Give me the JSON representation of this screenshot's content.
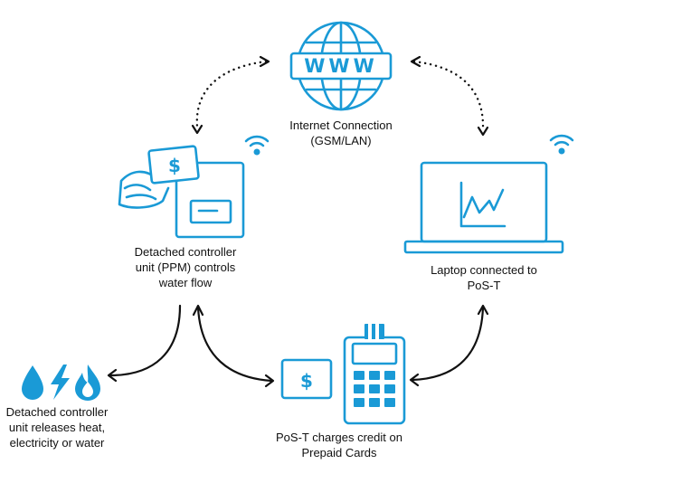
{
  "colors": {
    "accent": "#1a9ad6",
    "connector": "#111111",
    "text": "#111111",
    "background": "#ffffff"
  },
  "nodes": {
    "internet": {
      "icon": "globe-www-icon",
      "badge": "WWW",
      "label": "Internet Connection\n(GSM/LAN)"
    },
    "controller": {
      "icon": "controller-unit-with-card-icon",
      "card_symbol": "$",
      "wireless_icon": "wifi-icon",
      "label": "Detached controller\nunit (PPM) controls\nwater flow"
    },
    "laptop": {
      "icon": "laptop-chart-icon",
      "wireless_icon": "wifi-icon",
      "label": "Laptop connected to\nPoS-T"
    },
    "utilities": {
      "icons": [
        "water-drop-icon",
        "lightning-icon",
        "flame-icon"
      ],
      "label": "Detached controller\nunit releases heat,\nelectricity or water"
    },
    "pos": {
      "icon": "pos-terminal-icon",
      "card_symbol": "$",
      "label": "PoS-T charges credit on\nPrepaid Cards"
    }
  }
}
